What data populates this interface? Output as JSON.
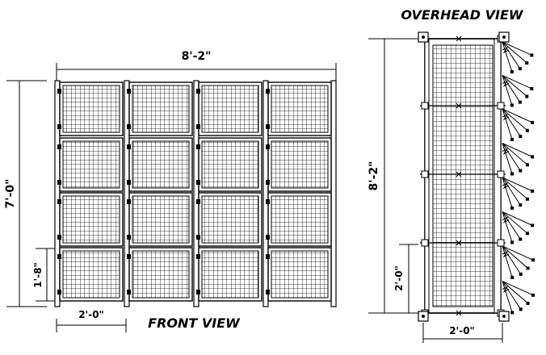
{
  "front_view": {
    "title": "FRONT VIEW",
    "width_dim": "8'-2\"",
    "height_dim": "7'-0\"",
    "panel_height_dim": "1'-8\"",
    "panel_width_dim": "2'-0\"",
    "columns": 4,
    "rows": 4
  },
  "overhead_view": {
    "title": "OVERHEAD VIEW",
    "length_dim": "8'-2\"",
    "module_dim": "2'-0\"",
    "width_dim": "2'-0\"",
    "modules": 4
  }
}
